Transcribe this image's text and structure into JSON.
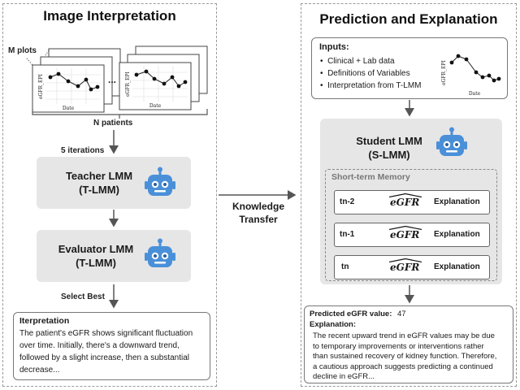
{
  "left_panel": {
    "title": "Image Interpretation",
    "m_plots": "M plots",
    "plot_ylabel": "eGFR_EPI",
    "plot_xlabel": "Date",
    "ellipsis": "...",
    "n_patients": "N patients",
    "iterations": "5 iterations",
    "teacher_line1": "Teacher LMM",
    "teacher_line2": "(T-LMM)",
    "evaluator_line1": "Evaluator LMM",
    "evaluator_line2": "(T-LMM)",
    "select_best": "Select Best",
    "interp_heading": "Iterpretation",
    "interp_lines": [
      "The patient's eGFR shows significant fluctuation",
      "over time. Initially, there's a downward trend,",
      "followed by a slight increase, then a substantial",
      "decrease..."
    ]
  },
  "middle": {
    "line1": "Knowledge",
    "line2": "Transfer"
  },
  "right_panel": {
    "title": "Prediction and Explanation",
    "inputs_heading": "Inputs:",
    "inputs": [
      "Clinical + Lab data",
      "Definitions of Variables",
      "Interpretation from T-LMM"
    ],
    "plot_ylabel": "eGFR_EPI",
    "plot_xlabel": "Date",
    "student_line1": "Student LMM",
    "student_line2": "(S-LMM)",
    "memory_title": "Short-term Memory",
    "rows": [
      {
        "label": "tn-2",
        "egfr": "eGFR",
        "expl": "Explanation"
      },
      {
        "label": "tn-1",
        "egfr": "eGFR",
        "expl": "Explanation"
      },
      {
        "label": "tn",
        "egfr": "eGFR",
        "expl": "Explanation"
      }
    ],
    "predicted_label": "Predicted eGFR value:",
    "predicted_value": "47",
    "explanation_heading": "Explanation:",
    "explanation_lines": [
      "The recent upward trend in eGFR values may be due",
      "to temporary improvements or interventions rather",
      "than sustained recovery of kidney function. Therefore,",
      "a cautious approach suggests predicting a continued",
      "decline in eGFR..."
    ]
  },
  "colors": {
    "robot": "#4a90d9",
    "box_gray": "#e6e6e6",
    "arrow": "#555555"
  }
}
